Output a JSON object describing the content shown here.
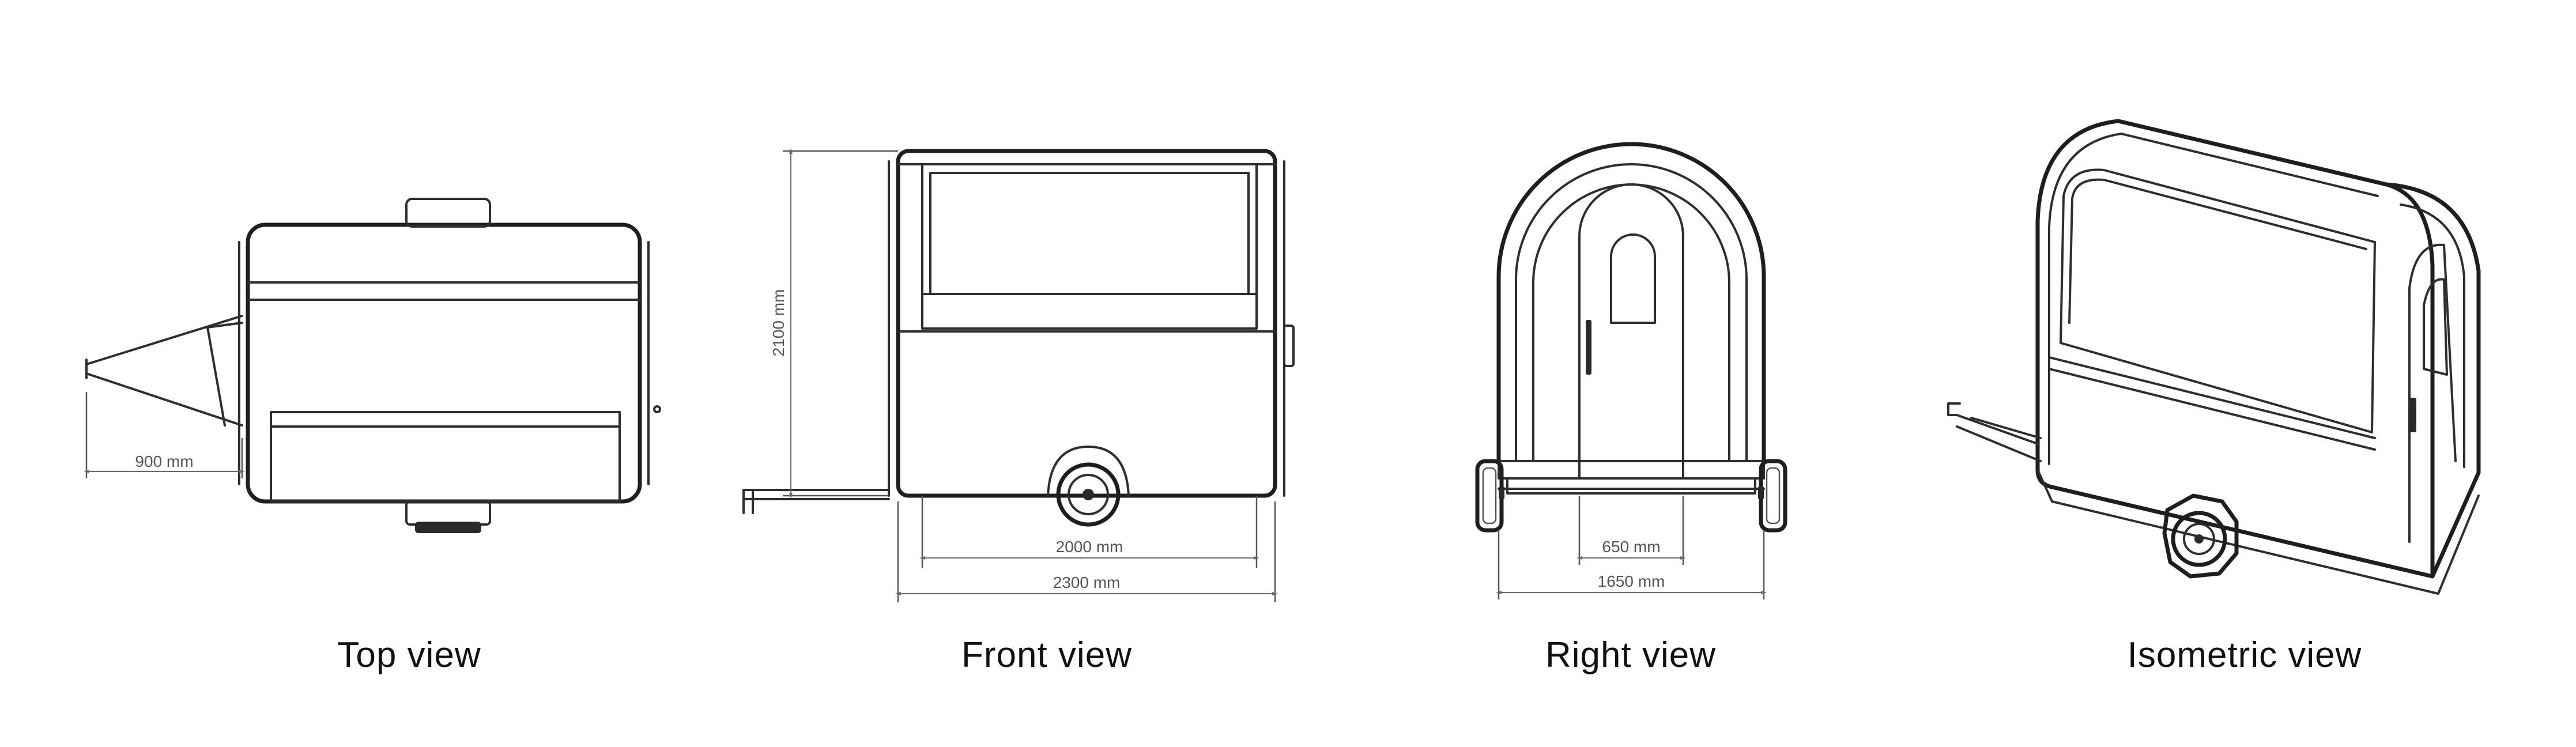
{
  "views": [
    {
      "id": "top",
      "caption": "Top view"
    },
    {
      "id": "front",
      "caption": "Front view"
    },
    {
      "id": "right",
      "caption": "Right view"
    },
    {
      "id": "iso",
      "caption": "Isometric view"
    }
  ],
  "dimensions": {
    "tow_length": "900 mm",
    "height": "2100 mm",
    "wheelbase_span": "2000 mm",
    "overall_length": "2300 mm",
    "door_width": "650 mm",
    "overall_width": "1650 mm"
  }
}
